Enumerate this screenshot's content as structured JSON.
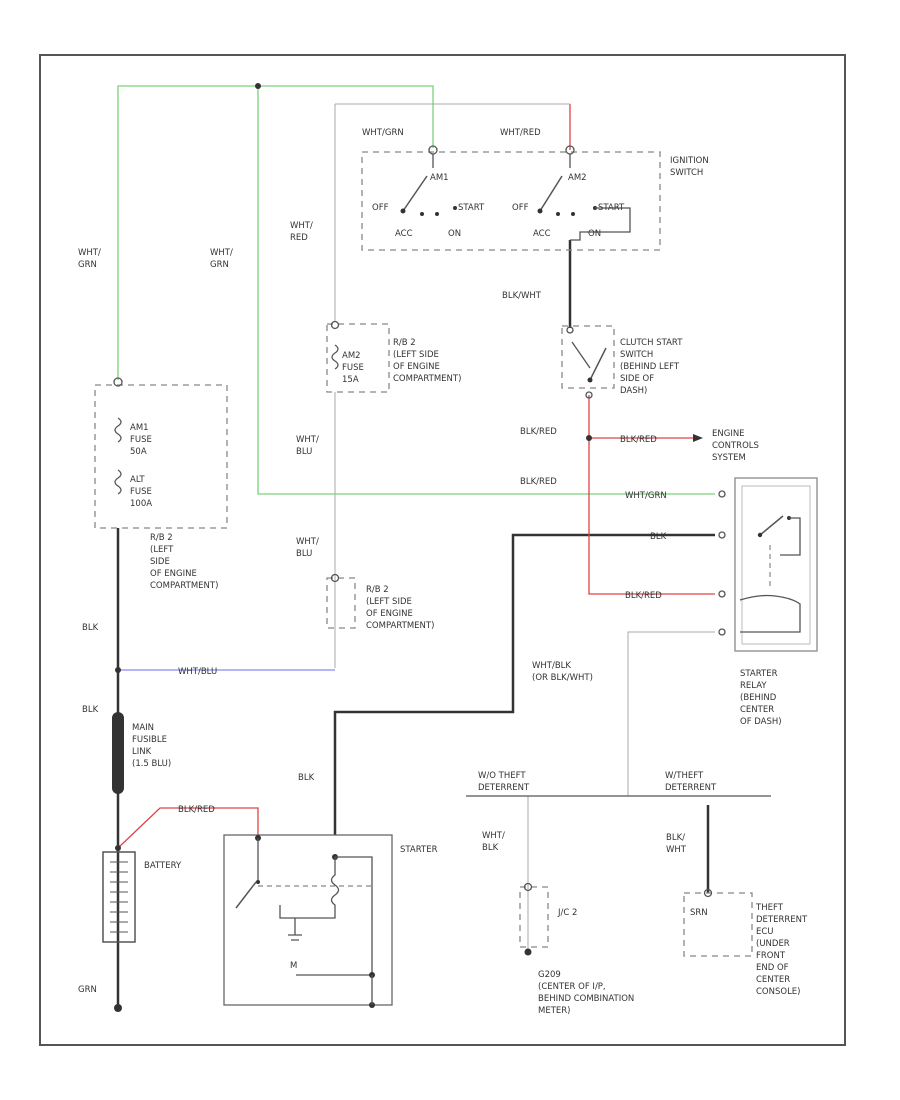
{
  "colors": {
    "green_wire": "#7ad37a",
    "red_wire": "#dd4444",
    "blue_wire": "#8b8bf0",
    "black_wire": "#333333"
  },
  "labels": {
    "ignition_switch": [
      "IGNITION",
      "SWITCH"
    ],
    "wht_grn_top_left": "WHT/GRN",
    "wht_red_top": "WHT/RED",
    "am1": "AM1",
    "am2": "AM2",
    "off1": "OFF",
    "start1": "START",
    "off2": "OFF",
    "start2": "START",
    "acc1": "ACC",
    "on1": "ON",
    "acc2": "ACC",
    "on2": "ON",
    "wht_grn_v1": [
      "WHT/",
      "GRN"
    ],
    "wht_grn_v2": [
      "WHT/",
      "GRN"
    ],
    "wht_red_v": [
      "WHT/",
      "RED"
    ],
    "blk_wht": "BLK/WHT",
    "clutch_switch": [
      "CLUTCH START",
      "SWITCH",
      "(BEHIND LEFT",
      "SIDE OF",
      "DASH)"
    ],
    "r_b2_fuse": [
      "R/B 2",
      "(LEFT SIDE",
      "OF ENGINE",
      "COMPARTMENT)"
    ],
    "am2_fuse": [
      "AM2",
      "FUSE",
      "15A"
    ],
    "wht_blu_v": [
      "WHT/",
      "BLU"
    ],
    "am1_fuse": [
      "AM1",
      "FUSE",
      "50A"
    ],
    "alt_fuse": [
      "ALT",
      "FUSE",
      "100A"
    ],
    "blk_red_1": "BLK/RED",
    "blk_red_wire": "BLK/RED",
    "engine_controls": [
      "ENGINE",
      "CONTROLS",
      "SYSTEM"
    ],
    "blk_red_2": "BLK/RED",
    "wht_grn_h": "WHT/GRN",
    "blk_h": "BLK",
    "blk_red_h": "BLK/RED",
    "r_b2_left": [
      "R/B 2",
      "(LEFT",
      "SIDE",
      "OF ENGINE",
      "COMPARTMENT)"
    ],
    "wht_blu_v2": [
      "WHT/",
      "BLU"
    ],
    "r_b2_lower": [
      "R/B 2",
      "(LEFT SIDE",
      "OF ENGINE",
      "COMPARTMENT)"
    ],
    "blk_left": "BLK",
    "wht_blu_h": "WHT/BLU",
    "wht_blk": [
      "WHT/BLK",
      "(OR BLK/WHT)"
    ],
    "starter_relay": [
      "STARTER",
      "RELAY",
      "(BEHIND",
      "CENTER",
      "OF DASH)"
    ],
    "blk_main": "BLK",
    "main_fusible": [
      "MAIN",
      "FUSIBLE",
      "LINK",
      "(1.5 BLU)"
    ],
    "blk_starter": "BLK",
    "wo_theft": [
      "W/O THEFT",
      "DETERRENT"
    ],
    "w_theft": [
      "W/THEFT",
      "DETERRENT"
    ],
    "blk_red_batt": "BLK/RED",
    "starter": "STARTER",
    "battery": "BATTERY",
    "wht_blk_v": [
      "WHT/",
      "BLK"
    ],
    "blk_wht_v": [
      "BLK/",
      "WHT"
    ],
    "jc2": "J/C 2",
    "srn": "SRN",
    "theft_ecu": [
      "THEFT",
      "DETERRENT",
      "ECU",
      "(UNDER",
      "FRONT",
      "END OF",
      "CENTER",
      "CONSOLE)"
    ],
    "grn": "GRN",
    "gsw": [
      "G209",
      "(CENTER OF I/P,",
      "BEHIND COMBINATION",
      "METER)"
    ]
  }
}
